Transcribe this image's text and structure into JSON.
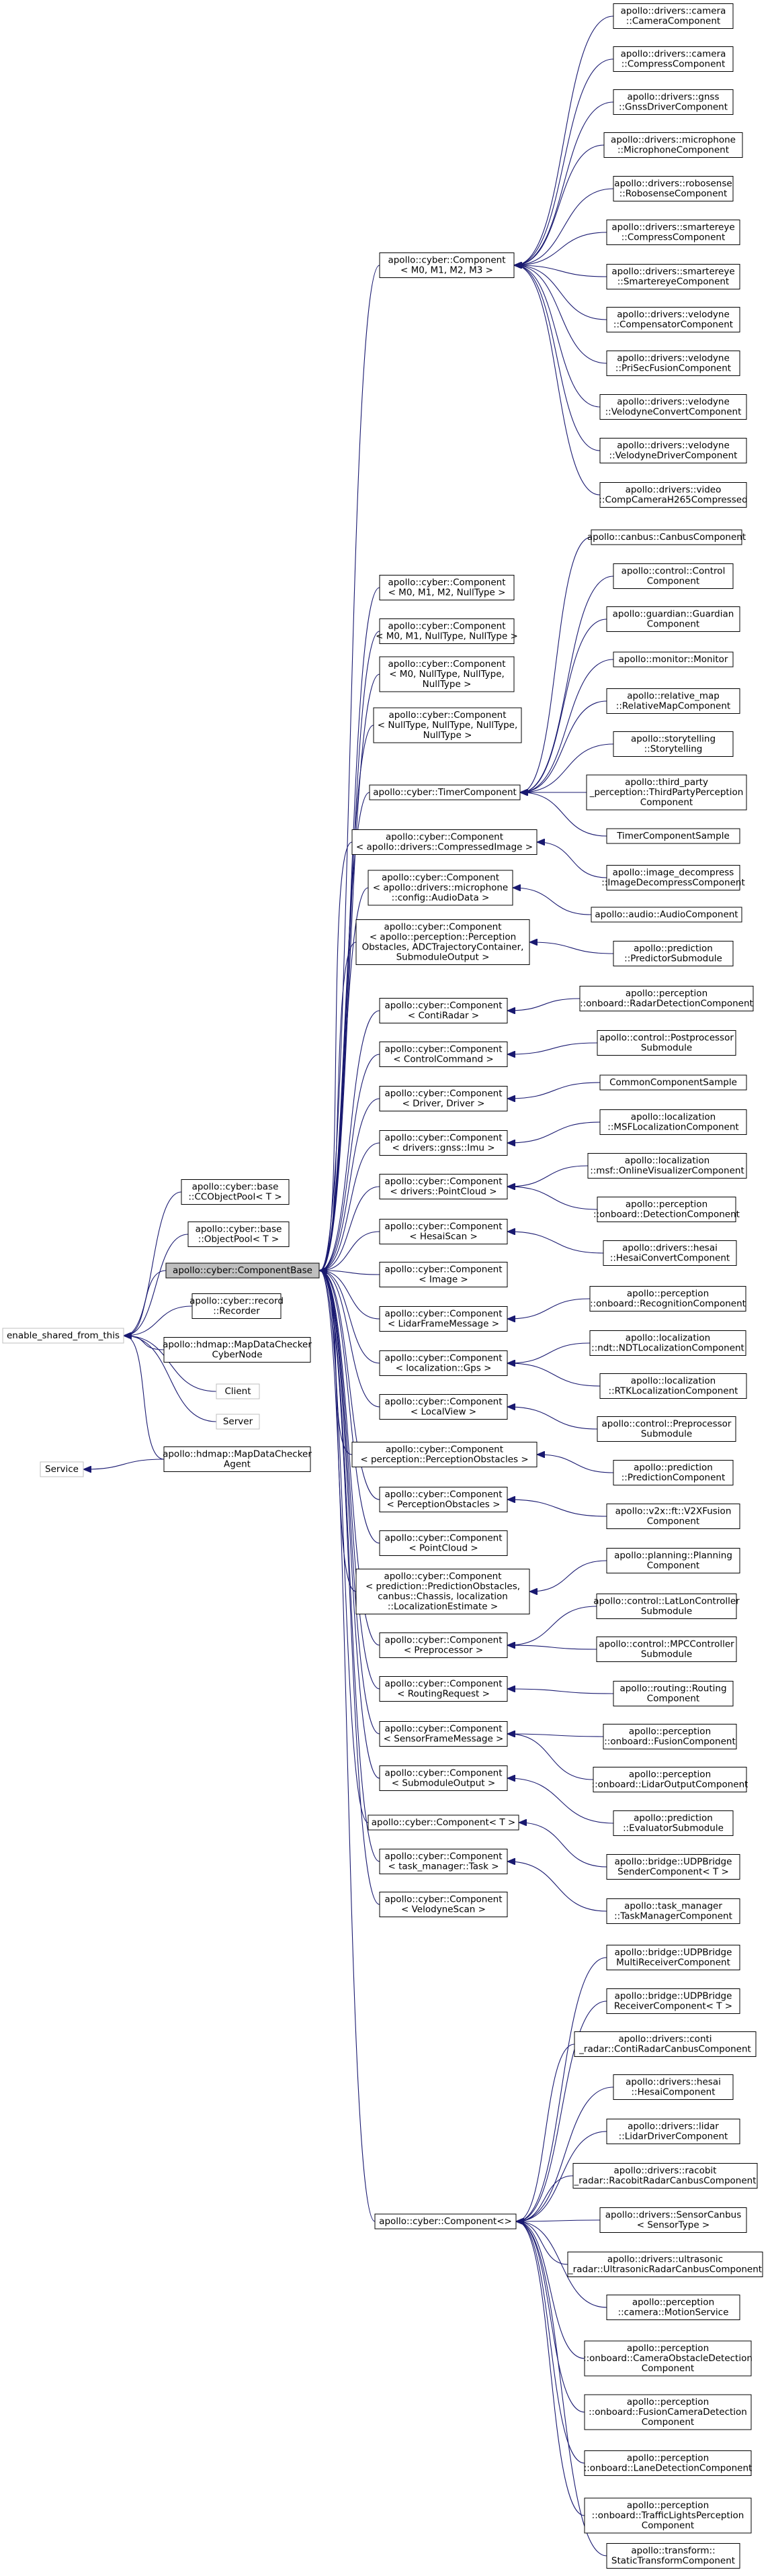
{
  "colors": {
    "edge": "#191970",
    "node_border": "#000000",
    "external_border": "#bfbfbf",
    "selected_fill": "#bfbfbf"
  },
  "nodes": [
    {
      "id": "esft",
      "lines": [
        "enable_shared_from_this"
      ]
    },
    {
      "id": "service",
      "lines": [
        "Service"
      ]
    },
    {
      "id": "ccpool",
      "lines": [
        "apollo::cyber::base",
        "::CCObjectPool< T >"
      ]
    },
    {
      "id": "opool",
      "lines": [
        "apollo::cyber::base",
        "::ObjectPool< T >"
      ]
    },
    {
      "id": "cbase",
      "lines": [
        "apollo::cyber::ComponentBase"
      ]
    },
    {
      "id": "recorder",
      "lines": [
        "apollo::cyber::record",
        "::Recorder"
      ]
    },
    {
      "id": "mdcnode",
      "lines": [
        "apollo::hdmap::MapDataChecker",
        "CyberNode"
      ]
    },
    {
      "id": "client",
      "lines": [
        "Client"
      ]
    },
    {
      "id": "server",
      "lines": [
        "Server"
      ]
    },
    {
      "id": "mdcagent",
      "lines": [
        "apollo::hdmap::MapDataChecker",
        "Agent"
      ]
    },
    {
      "id": "c4",
      "lines": [
        "apollo::cyber::Component",
        "< M0, M1, M2, M3 >"
      ]
    },
    {
      "id": "c3",
      "lines": [
        "apollo::cyber::Component",
        "< M0, M1, M2, NullType >"
      ]
    },
    {
      "id": "c2",
      "lines": [
        "apollo::cyber::Component",
        "< M0, M1, NullType, NullType >"
      ]
    },
    {
      "id": "c1",
      "lines": [
        "apollo::cyber::Component",
        "< M0, NullType, NullType,",
        "NullType >"
      ]
    },
    {
      "id": "c0n",
      "lines": [
        "apollo::cyber::Component",
        "< NullType, NullType, NullType,",
        "NullType >"
      ]
    },
    {
      "id": "timer",
      "lines": [
        "apollo::cyber::TimerComponent"
      ]
    },
    {
      "id": "ccimg",
      "lines": [
        "apollo::cyber::Component",
        "< apollo::drivers::CompressedImage >"
      ]
    },
    {
      "id": "caudio",
      "lines": [
        "apollo::cyber::Component",
        "< apollo::drivers::microphone",
        "::config::AudioData >"
      ]
    },
    {
      "id": "cperc",
      "lines": [
        "apollo::cyber::Component",
        "< apollo::perception::Perception",
        "Obstacles, ADCTrajectoryContainer,",
        "SubmoduleOutput >"
      ]
    },
    {
      "id": "cconti",
      "lines": [
        "apollo::cyber::Component",
        "< ContiRadar >"
      ]
    },
    {
      "id": "cctrl",
      "lines": [
        "apollo::cyber::Component",
        "< ControlCommand >"
      ]
    },
    {
      "id": "cdrv",
      "lines": [
        "apollo::cyber::Component",
        "< Driver, Driver >"
      ]
    },
    {
      "id": "cimu",
      "lines": [
        "apollo::cyber::Component",
        "< drivers::gnss::Imu >"
      ]
    },
    {
      "id": "cpc",
      "lines": [
        "apollo::cyber::Component",
        "< drivers::PointCloud >"
      ]
    },
    {
      "id": "chesai",
      "lines": [
        "apollo::cyber::Component",
        "< HesaiScan >"
      ]
    },
    {
      "id": "cimage",
      "lines": [
        "apollo::cyber::Component",
        "< Image >"
      ]
    },
    {
      "id": "clidar",
      "lines": [
        "apollo::cyber::Component",
        "< LidarFrameMessage >"
      ]
    },
    {
      "id": "cgps",
      "lines": [
        "apollo::cyber::Component",
        "< localization::Gps >"
      ]
    },
    {
      "id": "clocal",
      "lines": [
        "apollo::cyber::Component",
        "< LocalView >"
      ]
    },
    {
      "id": "cpobs",
      "lines": [
        "apollo::cyber::Component",
        "< perception::PerceptionObstacles >"
      ]
    },
    {
      "id": "cpobs2",
      "lines": [
        "apollo::cyber::Component",
        "< PerceptionObstacles >"
      ]
    },
    {
      "id": "cpcloud",
      "lines": [
        "apollo::cyber::Component",
        "< PointCloud >"
      ]
    },
    {
      "id": "cpred",
      "lines": [
        "apollo::cyber::Component",
        "< prediction::PredictionObstacles,",
        "canbus::Chassis, localization",
        "::LocalizationEstimate >"
      ]
    },
    {
      "id": "cpre",
      "lines": [
        "apollo::cyber::Component",
        "< Preprocessor >"
      ]
    },
    {
      "id": "croute",
      "lines": [
        "apollo::cyber::Component",
        "< RoutingRequest >"
      ]
    },
    {
      "id": "csensor",
      "lines": [
        "apollo::cyber::Component",
        "< SensorFrameMessage >"
      ]
    },
    {
      "id": "csub",
      "lines": [
        "apollo::cyber::Component",
        "< SubmoduleOutput >"
      ]
    },
    {
      "id": "ct",
      "lines": [
        "apollo::cyber::Component< T >"
      ]
    },
    {
      "id": "ctask",
      "lines": [
        "apollo::cyber::Component",
        "< task_manager::Task >"
      ]
    },
    {
      "id": "cvelo",
      "lines": [
        "apollo::cyber::Component",
        "< VelodyneScan >"
      ]
    },
    {
      "id": "cempty",
      "lines": [
        "apollo::cyber::Component<>"
      ]
    },
    {
      "id": "r_cam",
      "lines": [
        "apollo::drivers::camera",
        "::CameraComponent"
      ]
    },
    {
      "id": "r_camcomp",
      "lines": [
        "apollo::drivers::camera",
        "::CompressComponent"
      ]
    },
    {
      "id": "r_gnss",
      "lines": [
        "apollo::drivers::gnss",
        "::GnssDriverComponent"
      ]
    },
    {
      "id": "r_mic",
      "lines": [
        "apollo::drivers::microphone",
        "::MicrophoneComponent"
      ]
    },
    {
      "id": "r_robo",
      "lines": [
        "apollo::drivers::robosense",
        "::RobosenseComponent"
      ]
    },
    {
      "id": "r_smcomp",
      "lines": [
        "apollo::drivers::smartereye",
        "::CompressComponent"
      ]
    },
    {
      "id": "r_sm",
      "lines": [
        "apollo::drivers::smartereye",
        "::SmartereyeComponent"
      ]
    },
    {
      "id": "r_vcomp",
      "lines": [
        "apollo::drivers::velodyne",
        "::CompensatorComponent"
      ]
    },
    {
      "id": "r_vpri",
      "lines": [
        "apollo::drivers::velodyne",
        "::PriSecFusionComponent"
      ]
    },
    {
      "id": "r_vconv",
      "lines": [
        "apollo::drivers::velodyne",
        "::VelodyneConvertComponent"
      ]
    },
    {
      "id": "r_vdrv",
      "lines": [
        "apollo::drivers::velodyne",
        "::VelodyneDriverComponent"
      ]
    },
    {
      "id": "r_video",
      "lines": [
        "apollo::drivers::video",
        "::CompCameraH265Compressed"
      ]
    },
    {
      "id": "r_canbus",
      "lines": [
        "apollo::canbus::CanbusComponent"
      ]
    },
    {
      "id": "r_control",
      "lines": [
        "apollo::control::Control",
        "Component"
      ]
    },
    {
      "id": "r_guardian",
      "lines": [
        "apollo::guardian::Guardian",
        "Component"
      ]
    },
    {
      "id": "r_monitor",
      "lines": [
        "apollo::monitor::Monitor"
      ]
    },
    {
      "id": "r_relmap",
      "lines": [
        "apollo::relative_map",
        "::RelativeMapComponent"
      ]
    },
    {
      "id": "r_story",
      "lines": [
        "apollo::storytelling",
        "::Storytelling"
      ]
    },
    {
      "id": "r_third",
      "lines": [
        "apollo::third_party",
        "_perception::ThirdPartyPerception",
        "Component"
      ]
    },
    {
      "id": "r_timersample",
      "lines": [
        "TimerComponentSample"
      ]
    },
    {
      "id": "r_imgdec",
      "lines": [
        "apollo::image_decompress",
        "::ImageDecompressComponent"
      ]
    },
    {
      "id": "r_audio",
      "lines": [
        "apollo::audio::AudioComponent"
      ]
    },
    {
      "id": "r_predsub",
      "lines": [
        "apollo::prediction",
        "::PredictorSubmodule"
      ]
    },
    {
      "id": "r_radar",
      "lines": [
        "apollo::perception",
        "::onboard::RadarDetectionComponent"
      ]
    },
    {
      "id": "r_postproc",
      "lines": [
        "apollo::control::Postprocessor",
        "Submodule"
      ]
    },
    {
      "id": "r_common",
      "lines": [
        "CommonComponentSample"
      ]
    },
    {
      "id": "r_msf",
      "lines": [
        "apollo::localization",
        "::MSFLocalizationComponent"
      ]
    },
    {
      "id": "r_onlinevis",
      "lines": [
        "apollo::localization",
        "::msf::OnlineVisualizerComponent"
      ]
    },
    {
      "id": "r_detect",
      "lines": [
        "apollo::perception",
        "::onboard::DetectionComponent"
      ]
    },
    {
      "id": "r_hesaiconv",
      "lines": [
        "apollo::drivers::hesai",
        "::HesaiConvertComponent"
      ]
    },
    {
      "id": "r_recog",
      "lines": [
        "apollo::perception",
        "::onboard::RecognitionComponent"
      ]
    },
    {
      "id": "r_ndt",
      "lines": [
        "apollo::localization",
        "::ndt::NDTLocalizationComponent"
      ]
    },
    {
      "id": "r_rtk",
      "lines": [
        "apollo::localization",
        "::RTKLocalizationComponent"
      ]
    },
    {
      "id": "r_preproc",
      "lines": [
        "apollo::control::Preprocessor",
        "Submodule"
      ]
    },
    {
      "id": "r_pred",
      "lines": [
        "apollo::prediction",
        "::PredictionComponent"
      ]
    },
    {
      "id": "r_v2x",
      "lines": [
        "apollo::v2x::ft::V2XFusion",
        "Component"
      ]
    },
    {
      "id": "r_planning",
      "lines": [
        "apollo::planning::Planning",
        "Component"
      ]
    },
    {
      "id": "r_latlon",
      "lines": [
        "apollo::control::LatLonController",
        "Submodule"
      ]
    },
    {
      "id": "r_mpc",
      "lines": [
        "apollo::control::MPCController",
        "Submodule"
      ]
    },
    {
      "id": "r_routing",
      "lines": [
        "apollo::routing::Routing",
        "Component"
      ]
    },
    {
      "id": "r_fusion",
      "lines": [
        "apollo::perception",
        "::onboard::FusionComponent"
      ]
    },
    {
      "id": "r_lidarout",
      "lines": [
        "apollo::perception",
        "::onboard::LidarOutputComponent"
      ]
    },
    {
      "id": "r_evalsub",
      "lines": [
        "apollo::prediction",
        "::EvaluatorSubmodule"
      ]
    },
    {
      "id": "r_udpsender",
      "lines": [
        "apollo::bridge::UDPBridge",
        "SenderComponent< T >"
      ]
    },
    {
      "id": "r_taskmgr",
      "lines": [
        "apollo::task_manager",
        "::TaskManagerComponent"
      ]
    },
    {
      "id": "r_udpmulti",
      "lines": [
        "apollo::bridge::UDPBridge",
        "MultiReceiverComponent"
      ]
    },
    {
      "id": "r_udprecv",
      "lines": [
        "apollo::bridge::UDPBridge",
        "ReceiverComponent< T >"
      ]
    },
    {
      "id": "r_contican",
      "lines": [
        "apollo::drivers::conti",
        "_radar::ContiRadarCanbusComponent"
      ]
    },
    {
      "id": "r_hesai",
      "lines": [
        "apollo::drivers::hesai",
        "::HesaiComponent"
      ]
    },
    {
      "id": "r_lidardrv",
      "lines": [
        "apollo::drivers::lidar",
        "::LidarDriverComponent"
      ]
    },
    {
      "id": "r_racobit",
      "lines": [
        "apollo::drivers::racobit",
        "_radar::RacobitRadarCanbusComponent"
      ]
    },
    {
      "id": "r_sensorcan",
      "lines": [
        "apollo::drivers::SensorCanbus",
        "< SensorType >"
      ]
    },
    {
      "id": "r_ultra",
      "lines": [
        "apollo::drivers::ultrasonic",
        "_radar::UltrasonicRadarCanbusComponent"
      ]
    },
    {
      "id": "r_motion",
      "lines": [
        "apollo::perception",
        "::camera::MotionService"
      ]
    },
    {
      "id": "r_camobs",
      "lines": [
        "apollo::perception",
        "::onboard::CameraObstacleDetection",
        "Component"
      ]
    },
    {
      "id": "r_fusioncam",
      "lines": [
        "apollo::perception",
        "::onboard::FusionCameraDetection",
        "Component"
      ]
    },
    {
      "id": "r_lane",
      "lines": [
        "apollo::perception",
        "::onboard::LaneDetectionComponent"
      ]
    },
    {
      "id": "r_traffic",
      "lines": [
        "apollo::perception",
        "::onboard::TrafficLightsPerception",
        "Component"
      ]
    },
    {
      "id": "r_static",
      "lines": [
        "apollo::transform::",
        "StaticTransformComponent"
      ]
    }
  ]
}
